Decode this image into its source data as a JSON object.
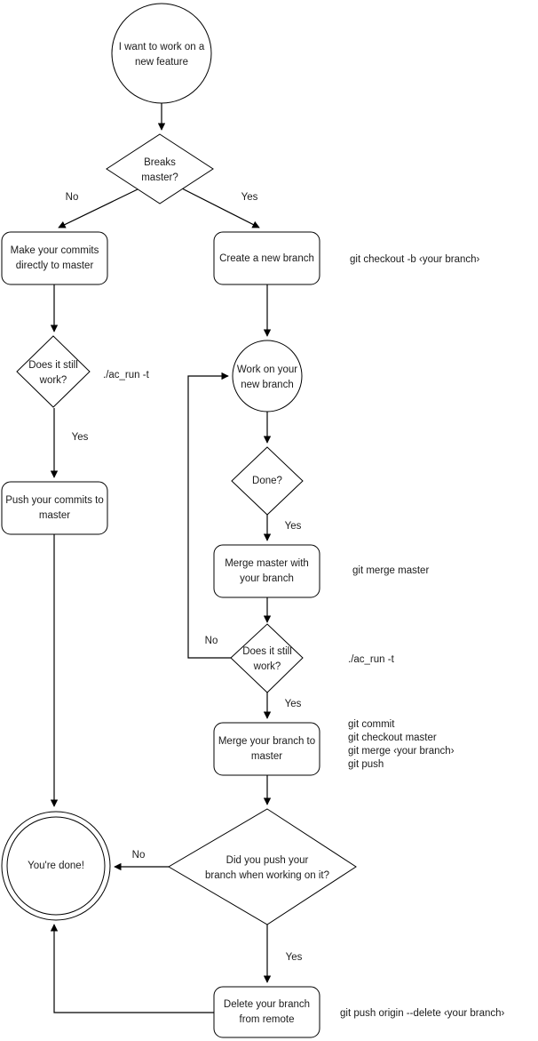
{
  "diagram": {
    "title": "Git feature branch workflow flowchart",
    "colors": {
      "background": "#ffffff",
      "stroke": "#000000",
      "text": "#1b1b1b",
      "shape_fill": "#ffffff"
    },
    "nodes": {
      "start": {
        "label_line1": "I want to work on a",
        "label_line2": "new feature"
      },
      "breaks_master": {
        "label_line1": "Breaks",
        "label_line2": "master?"
      },
      "make_commits": {
        "label_line1": "Make your commits",
        "label_line2": "directly to master"
      },
      "create_branch": {
        "label_line1": "Create a new branch",
        "label_line2": ""
      },
      "does_it_work_left": {
        "label_line1": "Does it still",
        "label_line2": "work?"
      },
      "work_on_branch": {
        "label_line1": "Work on your",
        "label_line2": "new branch"
      },
      "push_commits": {
        "label_line1": "Push your commits to",
        "label_line2": "master"
      },
      "done_q": {
        "label_line1": "Done?",
        "label_line2": ""
      },
      "merge_master": {
        "label_line1": "Merge master with",
        "label_line2": "your branch"
      },
      "does_it_work_right": {
        "label_line1": "Does it still",
        "label_line2": "work?"
      },
      "merge_branch": {
        "label_line1": "Merge your branch to",
        "label_line2": "master"
      },
      "did_you_push": {
        "label_line1": "Did you push your",
        "label_line2": "branch when working on it?"
      },
      "delete_branch": {
        "label_line1": "Delete your branch",
        "label_line2": "from remote"
      },
      "end": {
        "label_line1": "You're done!",
        "label_line2": ""
      }
    },
    "edge_labels": {
      "breaks_no": "No",
      "breaks_yes": "Yes",
      "left_work_yes": "Yes",
      "done_yes": "Yes",
      "right_work_no": "No",
      "right_work_yes": "Yes",
      "did_push_no": "No",
      "did_push_yes": "Yes"
    },
    "annotations": {
      "checkout": "git checkout -b ‹your branch›",
      "ac_run_left": "./ac_run -t",
      "merge_master_cmd": "git merge master",
      "ac_run_right": "./ac_run -t",
      "merge_branch_cmds_1": "git commit",
      "merge_branch_cmds_2": "git checkout master",
      "merge_branch_cmds_3": "git merge ‹your branch›",
      "merge_branch_cmds_4": "git push",
      "delete_remote": "git push origin --delete ‹your branch›"
    }
  }
}
